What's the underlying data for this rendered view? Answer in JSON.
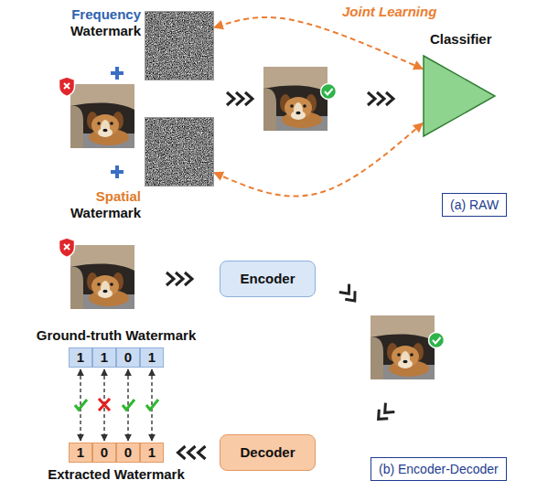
{
  "diagram": {
    "nodes": [
      {
        "text": [
          "Frequency",
          "Watermark"
        ]
      },
      {
        "text": [
          "Spatial",
          "Watermark"
        ]
      },
      {
        "text": [
          "Classifier"
        ]
      },
      {
        "text": [
          "(a) RAW"
        ]
      },
      {
        "text": [
          "Encoder"
        ]
      },
      {
        "text": [
          "Ground-truth Watermark"
        ]
      },
      {
        "text": [
          "1"
        ],
        "in": 5
      },
      {
        "text": [
          "1"
        ],
        "in": 5
      },
      {
        "text": [
          "0"
        ],
        "in": 5
      },
      {
        "text": [
          "1"
        ],
        "in": 5
      },
      {
        "text": [
          "Decoder"
        ]
      },
      {
        "text": [
          "Extracted Watermark"
        ]
      },
      {
        "text": [
          "1"
        ],
        "in": 11
      },
      {
        "text": [
          "0"
        ],
        "in": 11
      },
      {
        "text": [
          "0"
        ],
        "in": 11
      },
      {
        "text": [
          "1"
        ],
        "in": 11
      },
      {
        "text": [
          "(b) Encoder-Decoder"
        ]
      }
    ],
    "edges": [
      {
        "from": 2,
        "to": 0,
        "arrow": "both",
        "label": "Joint Learning"
      },
      {
        "from": 2,
        "to": 1,
        "arrow": "both"
      },
      {
        "from": 10,
        "to": 11,
        "arrow": "to"
      },
      {
        "from": 6,
        "to": 12,
        "arrow": "both"
      },
      {
        "from": 7,
        "to": 13,
        "arrow": "both"
      },
      {
        "from": 8,
        "to": 14,
        "arrow": "both"
      },
      {
        "from": 9,
        "to": 15,
        "arrow": "both"
      }
    ]
  }
}
